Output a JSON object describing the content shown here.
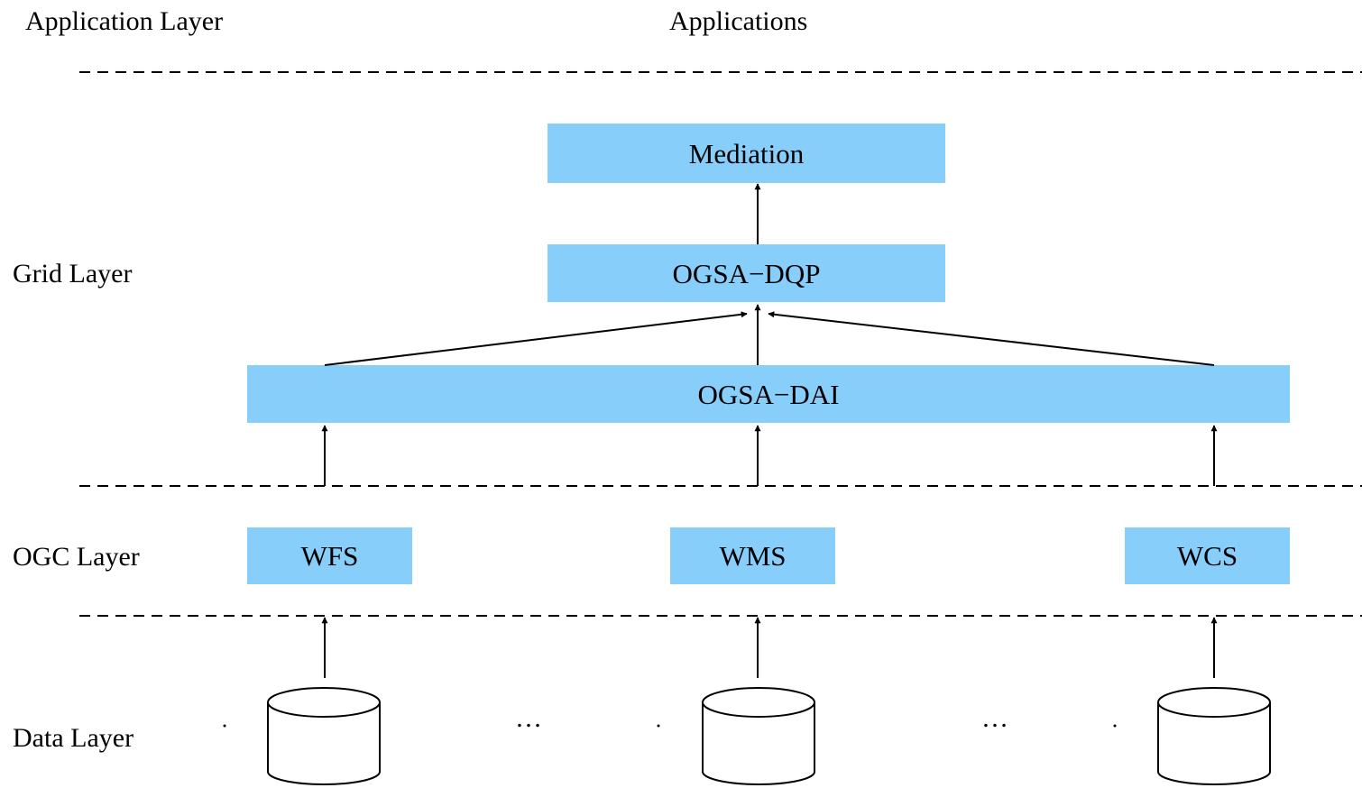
{
  "layers": {
    "application": "Application Layer",
    "grid": "Grid Layer",
    "ogc": "OGC Layer",
    "data": "Data Layer"
  },
  "applications_label": "Applications",
  "components": {
    "mediation": "Mediation",
    "ogsa_dqp": "OGSA−DQP",
    "ogsa_dai": "OGSA−DAI",
    "wfs": "WFS",
    "wms": "WMS",
    "wcs": "WCS"
  },
  "ellipsis": "…",
  "colors": {
    "box_fill": "#87CEFA",
    "line": "#000000",
    "background": "#ffffff"
  }
}
